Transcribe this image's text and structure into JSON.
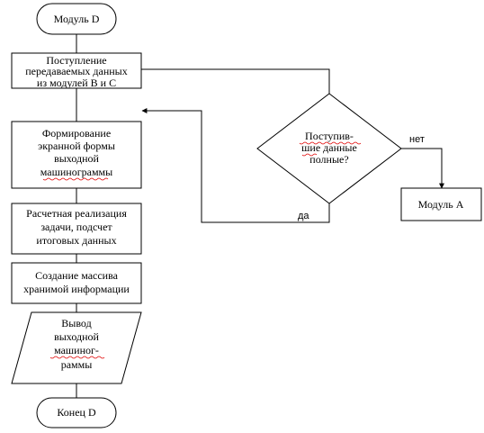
{
  "diagram": {
    "nodes": {
      "start": {
        "lines": [
          "Модуль D"
        ]
      },
      "receive": {
        "lines": [
          "Поступление",
          "передаваемых данных",
          "из модулей В и С"
        ]
      },
      "form": {
        "lines": [
          "Формирование",
          "экранной формы",
          "выходной",
          "машинограммы"
        ]
      },
      "calc": {
        "lines": [
          "Расчетная реализация",
          "задачи, подсчет",
          "итоговых данных"
        ]
      },
      "array": {
        "lines": [
          "Создание массива",
          "хранимой информации"
        ]
      },
      "output": {
        "lines": [
          "Вывод",
          "выходной",
          "машиног-",
          "раммы"
        ]
      },
      "end": {
        "lines": [
          "Конец D"
        ]
      },
      "decision": {
        "lines": [
          "Поступив-",
          "шие данные",
          "полные?"
        ]
      },
      "moduleA": {
        "lines": [
          "Модуль А"
        ]
      }
    },
    "edge_labels": {
      "no": "нет",
      "yes": "да"
    }
  }
}
